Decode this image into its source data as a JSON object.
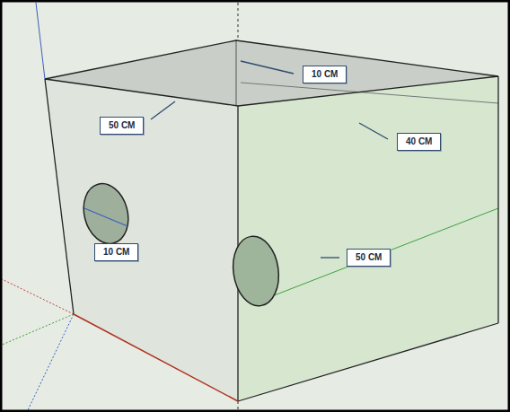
{
  "diagram": {
    "labels": [
      "10 CM",
      "50 CM",
      "40 CM",
      "10 CM",
      "50 CM"
    ]
  }
}
